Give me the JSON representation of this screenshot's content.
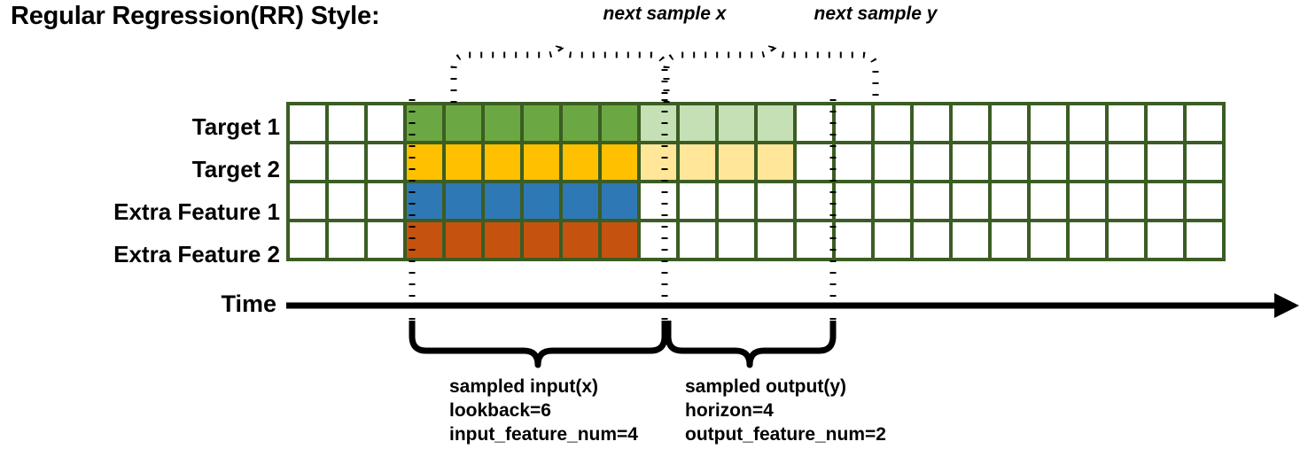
{
  "title": "Regular Regression(RR) Style:",
  "row_labels": [
    "Target 1",
    "Target 2",
    "Extra Feature 1",
    "Extra Feature 2"
  ],
  "axis": {
    "time_label": "Time"
  },
  "top_braces": [
    {
      "label": "next sample x"
    },
    {
      "label": "next sample y"
    }
  ],
  "bottom_captions": [
    {
      "line1": "sampled input(x)",
      "line2": "lookback=6",
      "line3": "input_feature_num=4"
    },
    {
      "line1": "sampled output(y)",
      "line2": "horizon=4",
      "line3": "output_feature_num=2"
    }
  ],
  "grid": {
    "columns": 24,
    "rows": 4,
    "empty_lead_columns": 3,
    "input_columns": 6,
    "output_columns": 4,
    "trailing_empty_columns": 11,
    "cell_fill": [
      [
        "#ffffff",
        "#ffffff",
        "#ffffff",
        "#6ba843",
        "#6ba843",
        "#6ba843",
        "#6ba843",
        "#6ba843",
        "#6ba843",
        "#c5e0b4",
        "#c5e0b4",
        "#c5e0b4",
        "#c5e0b4",
        "#ffffff",
        "#ffffff",
        "#ffffff",
        "#ffffff",
        "#ffffff",
        "#ffffff",
        "#ffffff",
        "#ffffff",
        "#ffffff",
        "#ffffff",
        "#ffffff"
      ],
      [
        "#ffffff",
        "#ffffff",
        "#ffffff",
        "#ffc000",
        "#ffc000",
        "#ffc000",
        "#ffc000",
        "#ffc000",
        "#ffc000",
        "#ffe699",
        "#ffe699",
        "#ffe699",
        "#ffe699",
        "#ffffff",
        "#ffffff",
        "#ffffff",
        "#ffffff",
        "#ffffff",
        "#ffffff",
        "#ffffff",
        "#ffffff",
        "#ffffff",
        "#ffffff",
        "#ffffff"
      ],
      [
        "#ffffff",
        "#ffffff",
        "#ffffff",
        "#2e79b5",
        "#2e79b5",
        "#2e79b5",
        "#2e79b5",
        "#2e79b5",
        "#2e79b5",
        "#ffffff",
        "#ffffff",
        "#ffffff",
        "#ffffff",
        "#ffffff",
        "#ffffff",
        "#ffffff",
        "#ffffff",
        "#ffffff",
        "#ffffff",
        "#ffffff",
        "#ffffff",
        "#ffffff",
        "#ffffff",
        "#ffffff"
      ],
      [
        "#ffffff",
        "#ffffff",
        "#ffffff",
        "#c5530f",
        "#c5530f",
        "#c5530f",
        "#c5530f",
        "#c5530f",
        "#c5530f",
        "#ffffff",
        "#ffffff",
        "#ffffff",
        "#ffffff",
        "#ffffff",
        "#ffffff",
        "#ffffff",
        "#ffffff",
        "#ffffff",
        "#ffffff",
        "#ffffff",
        "#ffffff",
        "#ffffff",
        "#ffffff",
        "#ffffff"
      ]
    ]
  },
  "colors": {
    "grid_border": "#3b5d23",
    "target1": "#6ba843",
    "target1_light": "#c5e0b4",
    "target2": "#ffc000",
    "target2_light": "#ffe699",
    "extra1": "#2e79b5",
    "extra2": "#c5530f",
    "ink": "#000000"
  }
}
